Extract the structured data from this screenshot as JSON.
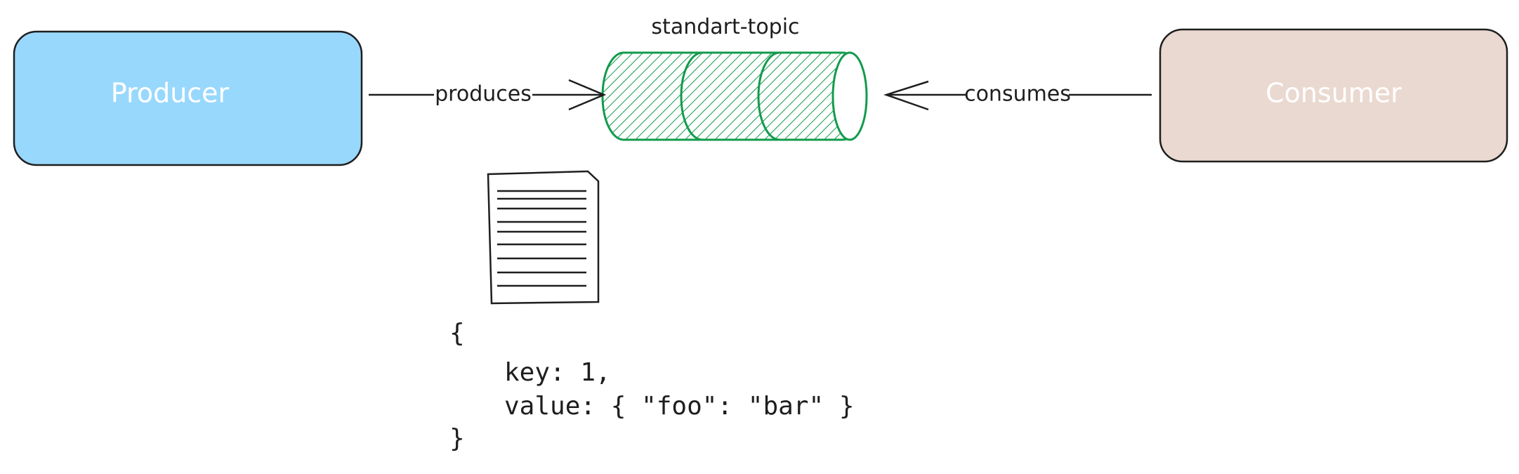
{
  "diagram": {
    "producer": {
      "label": "Producer",
      "fill": "#99d8fd"
    },
    "consumer": {
      "label": "Consumer",
      "fill": "#ead9d0"
    },
    "topic": {
      "label": "standart-topic",
      "hatch_color": "#129b4c"
    },
    "edges": {
      "produces": "produces",
      "consumes": "consumes"
    },
    "message": {
      "line1": "{",
      "line2": "key: 1,",
      "line3": "value: { \"foo\": \"bar\" }",
      "line4": "}"
    }
  }
}
